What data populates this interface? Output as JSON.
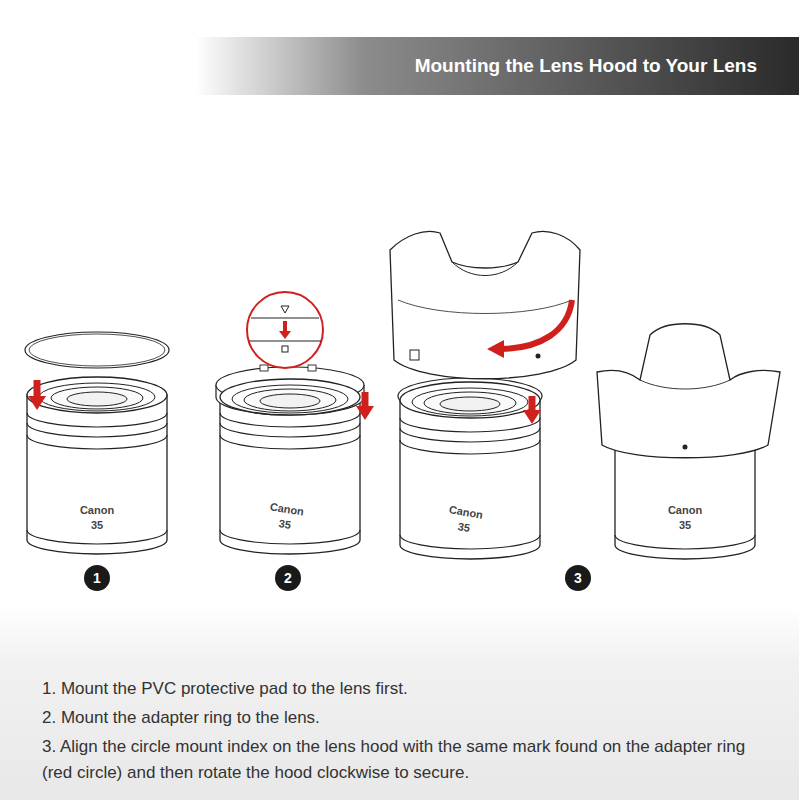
{
  "diagram": {
    "title": "Mounting the Lens Hood to Your Lens",
    "labels": [
      "Canon",
      "35",
      "Canon",
      "35",
      "Canon",
      "35",
      "Canon",
      "35",
      "1",
      "2",
      "3",
      "1. Mount the PVC protective pad to the lens first.",
      "2. Mount the adapter ring to the lens.",
      "3. Align the circle mount index on the lens hood with the same mark found on the adapter ring (red circle) and then rotate the hood clockwise to secure."
    ]
  }
}
